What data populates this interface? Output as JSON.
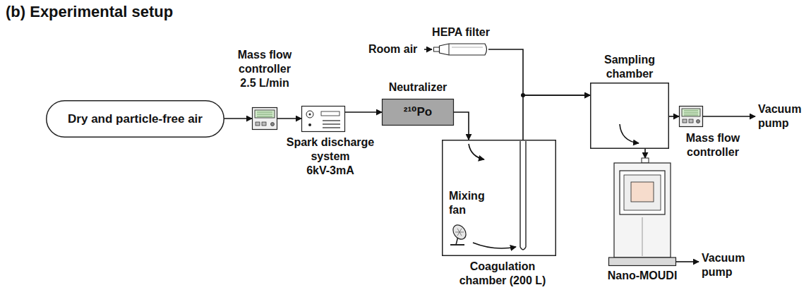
{
  "diagram": {
    "title": "(b) Experimental setup",
    "nodes": [
      {
        "text": [
          "Dry and particle-free air"
        ]
      },
      {
        "text": [
          "Mass flow controller",
          "2.5 L/min"
        ]
      },
      {
        "text": [
          "Spark discharge system",
          "6kV-3mA"
        ]
      },
      {
        "text": [
          "Neutralizer",
          "²¹⁰Po"
        ]
      },
      {
        "text": [
          "HEPA filter"
        ]
      },
      {
        "text": [
          "Coagulation chamber (200 L)"
        ]
      },
      {
        "text": [
          "Mixing fan"
        ],
        "in": 5
      },
      {
        "text": [
          "Sampling chamber"
        ]
      },
      {
        "text": [
          "Mass flow controller"
        ]
      },
      {
        "text": [
          "Vacuum pump"
        ]
      },
      {
        "text": [
          "Nano-MOUDI"
        ]
      },
      {
        "text": [
          "Vacuum pump"
        ]
      }
    ],
    "edges": [
      {
        "from": 0,
        "to": 1,
        "arrow": "to"
      },
      {
        "from": 1,
        "to": 2,
        "arrow": "to"
      },
      {
        "from": 2,
        "to": 3,
        "arrow": "to"
      },
      {
        "from": 3,
        "to": 5,
        "arrow": "to"
      },
      {
        "from": 4,
        "to": 7,
        "arrow": "to"
      },
      {
        "from": 5,
        "to": 7,
        "arrow": "to"
      },
      {
        "from": 7,
        "to": 8,
        "arrow": "to"
      },
      {
        "from": 8,
        "to": 9,
        "arrow": "to"
      },
      {
        "from": 7,
        "to": 10,
        "arrow": "to"
      },
      {
        "from": 10,
        "to": 11,
        "arrow": "to"
      }
    ],
    "labels": [
      "Room air"
    ]
  }
}
